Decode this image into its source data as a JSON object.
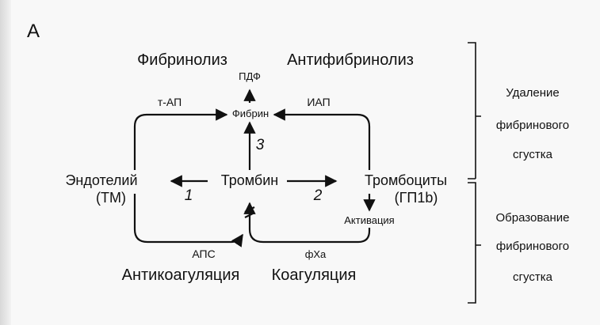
{
  "panel_label": "А",
  "headings": {
    "fibrinolysis": "Фибринолиз",
    "antifibrinolysis": "Антифибринолиз",
    "anticoagulation": "Антикоагуляция",
    "coagulation": "Коагуляция"
  },
  "nodes": {
    "pdf": "ПДФ",
    "fibrin": "Фибрин",
    "thrombin": "Тромбин",
    "endothelium": "Эндотелий",
    "endothelium_sub": "(ТМ)",
    "platelets": "Тромбоциты",
    "platelets_sub": "(ГП1b)",
    "activation": "Активация"
  },
  "edge_labels": {
    "t_ap": "т-АП",
    "iap": "ИАП",
    "aps": "АПС",
    "fxa": "фХа",
    "n1": "1",
    "n2": "2",
    "n3": "3"
  },
  "brackets": {
    "removal": [
      "Удаление",
      "фибринового",
      "сгустка"
    ],
    "formation": [
      "Образование",
      "фибринового",
      "сгустка"
    ]
  }
}
